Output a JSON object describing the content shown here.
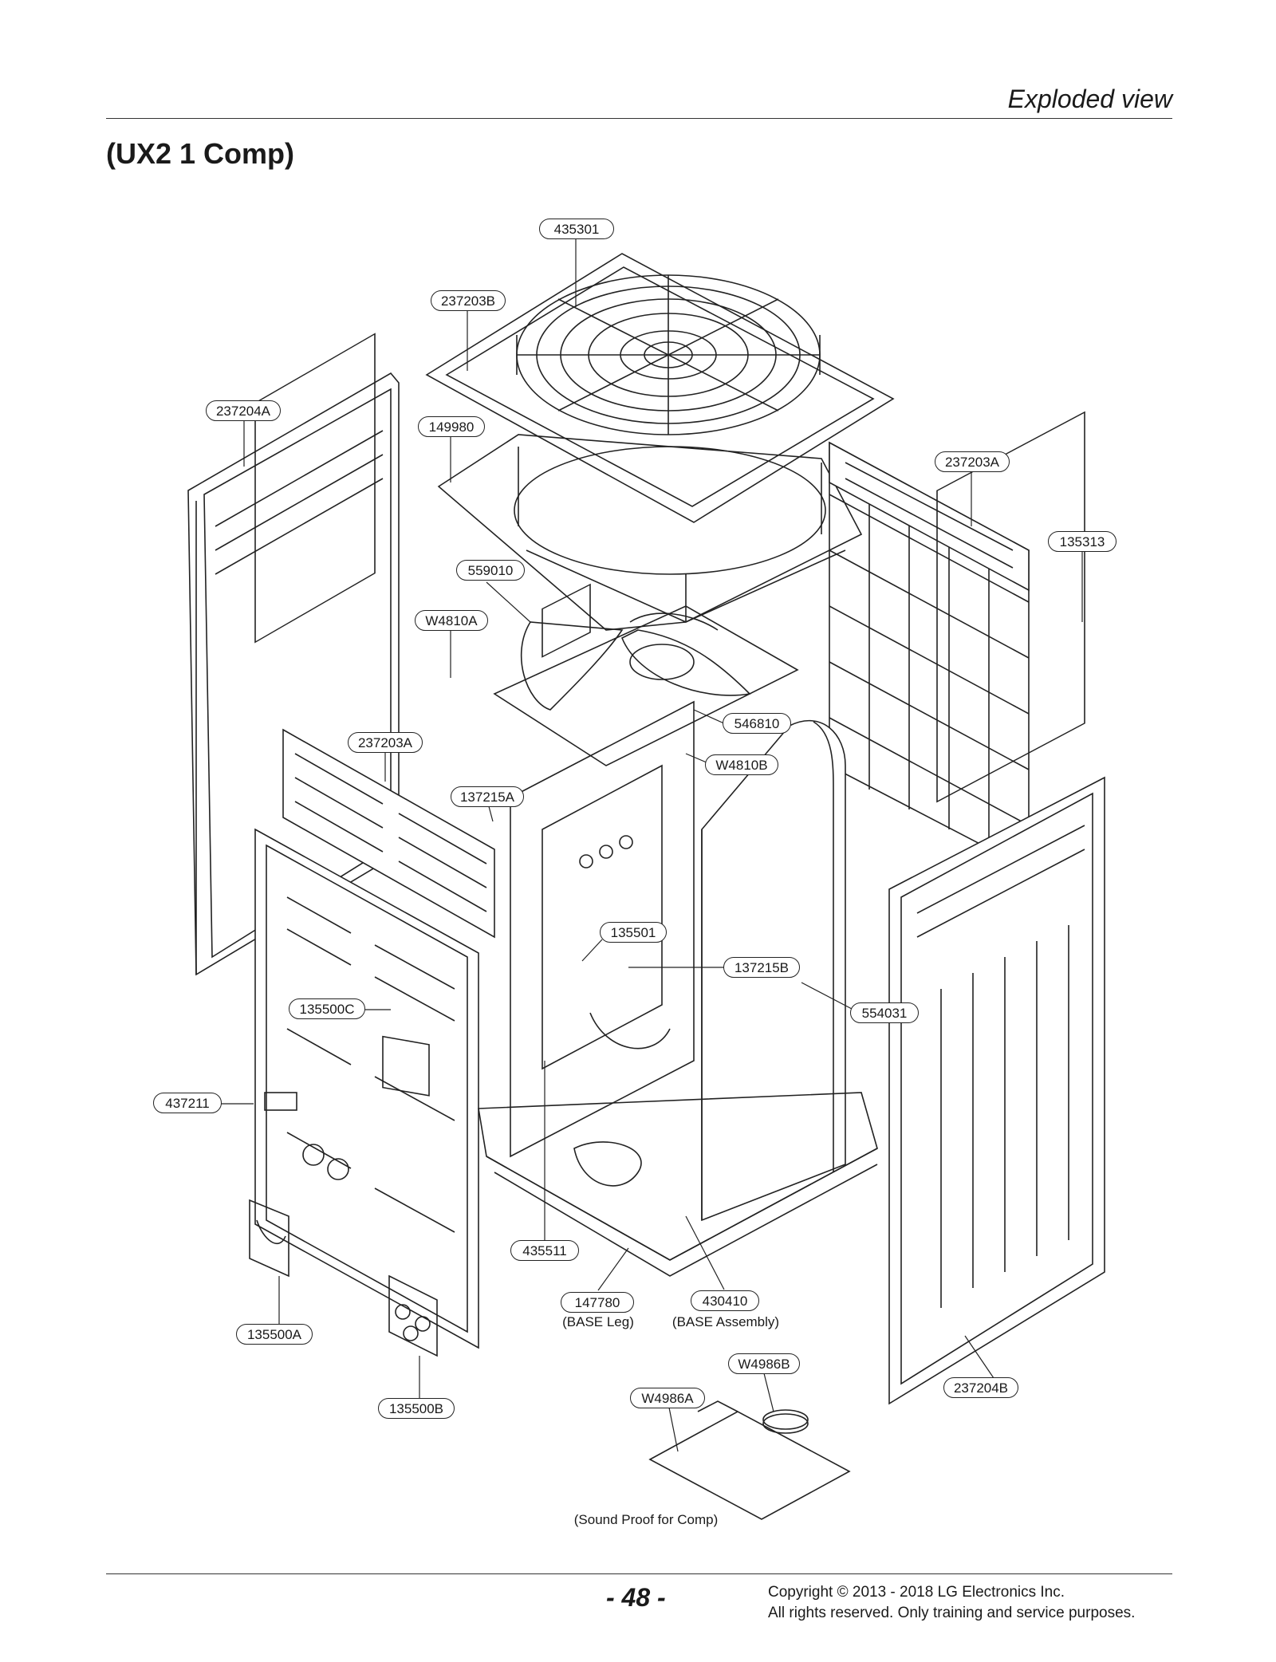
{
  "header": {
    "section": "Exploded view",
    "title": "(UX2 1 Comp)"
  },
  "parts": [
    {
      "code": "435301"
    },
    {
      "code": "237203B"
    },
    {
      "code": "237204A"
    },
    {
      "code": "149980"
    },
    {
      "code": "237203A"
    },
    {
      "code": "135313"
    },
    {
      "code": "559010"
    },
    {
      "code": "W4810A"
    },
    {
      "code": "546810"
    },
    {
      "code": "237203A"
    },
    {
      "code": "W4810B"
    },
    {
      "code": "137215A"
    },
    {
      "code": "135501"
    },
    {
      "code": "137215B"
    },
    {
      "code": "135500C"
    },
    {
      "code": "554031"
    },
    {
      "code": "437211"
    },
    {
      "code": "435511"
    },
    {
      "code": "147780"
    },
    {
      "code": "430410"
    },
    {
      "code": "135500A"
    },
    {
      "code": "W4986B"
    },
    {
      "code": "237204B"
    },
    {
      "code": "W4986A"
    },
    {
      "code": "135500B"
    }
  ],
  "captions": {
    "base_leg": "(BASE Leg)",
    "base_assembly": "(BASE Assembly)",
    "sound_proof": "(Sound Proof for Comp)"
  },
  "footer": {
    "page": "- 48 -",
    "copyright_line1": "Copyright © 2013 - 2018 LG Electronics Inc.",
    "copyright_line2": "All rights reserved. Only training and service purposes."
  }
}
